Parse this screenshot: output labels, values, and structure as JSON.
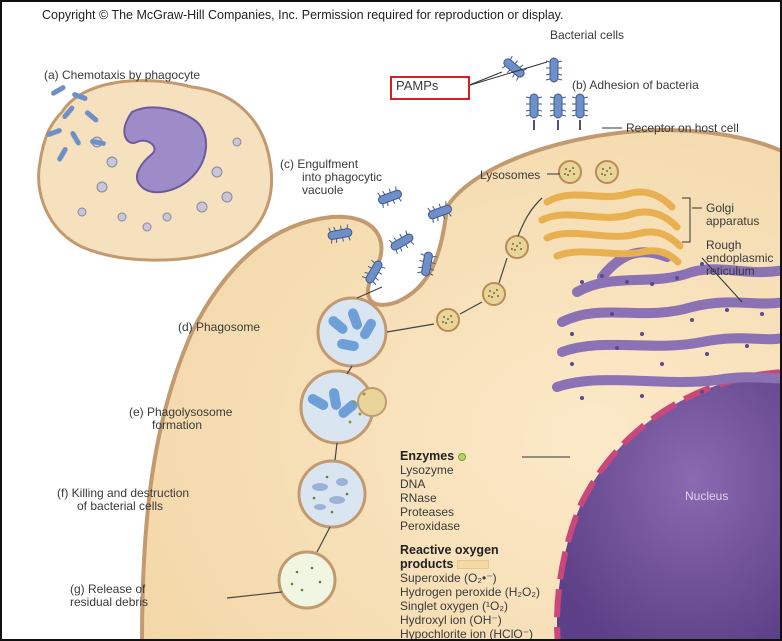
{
  "header": {
    "copyright": "Copyright © The McGraw-Hill Companies, Inc. Permission required for reproduction or display."
  },
  "labels": {
    "bacterial_cells": "Bacterial cells",
    "pamps": "PAMPs",
    "chemotaxis": "(a) Chemotaxis by phagocyte",
    "adhesion": "(b) Adhesion of bacteria",
    "receptor": "Receptor on host cell",
    "engulfment_1": "(c) Engulfment",
    "engulfment_2": "into phagocytic",
    "engulfment_3": "vacuole",
    "lysosomes": "Lysosomes",
    "golgi_1": "Golgi",
    "golgi_2": "apparatus",
    "rer_1": "Rough",
    "rer_2": "endoplasmic",
    "rer_3": "reticulum",
    "phagosome": "(d) Phagosome",
    "phagolysosome_1": "(e) Phagolysosome",
    "phagolysosome_2": "formation",
    "killing_1": "(f) Killing and destruction",
    "killing_2": "of bacterial cells",
    "release_1": "(g) Release of",
    "release_2": "residual debris",
    "nucleus": "Nucleus"
  },
  "enzymes": {
    "title": "Enzymes",
    "items": [
      "Lysozyme",
      "DNA",
      "RNase",
      "Proteases",
      "Peroxidase"
    ]
  },
  "ros": {
    "title_1": "Reactive oxygen",
    "title_2": "products",
    "items": [
      "Superoxide (O₂•⁻)",
      "Hydrogen peroxide (H₂O₂)",
      "Singlet oxygen (¹O₂)",
      "Hydroxyl ion (OH⁻)",
      "Hypochlorite ion (HClO⁻)"
    ]
  },
  "colors": {
    "cytoplasm": "#f7e2bd",
    "membrane": "#c39a70",
    "nucleus": "#7a5aa0",
    "bacteria": "#6f8fc8",
    "golgi": "#e8b050",
    "er": "#8a72b4",
    "lysosome": "#e6d08e",
    "pamps_box": "#d51f26"
  }
}
